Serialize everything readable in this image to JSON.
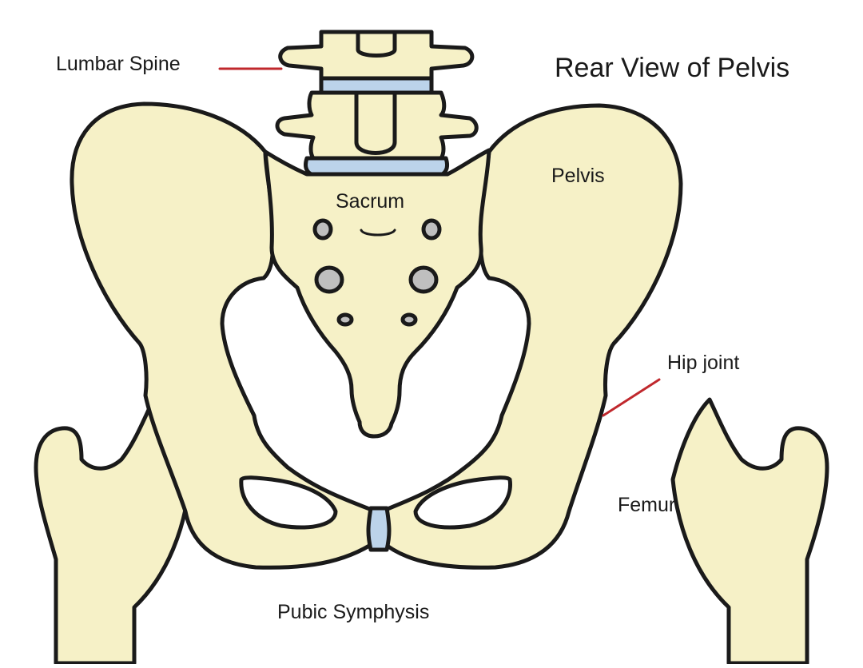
{
  "title": "Rear View of Pelvis",
  "labels": {
    "lumbar_spine": "Lumbar Spine",
    "sacrum": "Sacrum",
    "pelvis": "Pelvis",
    "hip_joint": "Hip joint",
    "femur": "Femur",
    "pubic_symphysis": "Pubic Symphysis"
  },
  "colors": {
    "bone": "#f6f1c7",
    "outline": "#1a1a1a",
    "cartilage": "#bcd3ea",
    "foramen": "#bfbfbf",
    "leader": "#c0282d"
  }
}
